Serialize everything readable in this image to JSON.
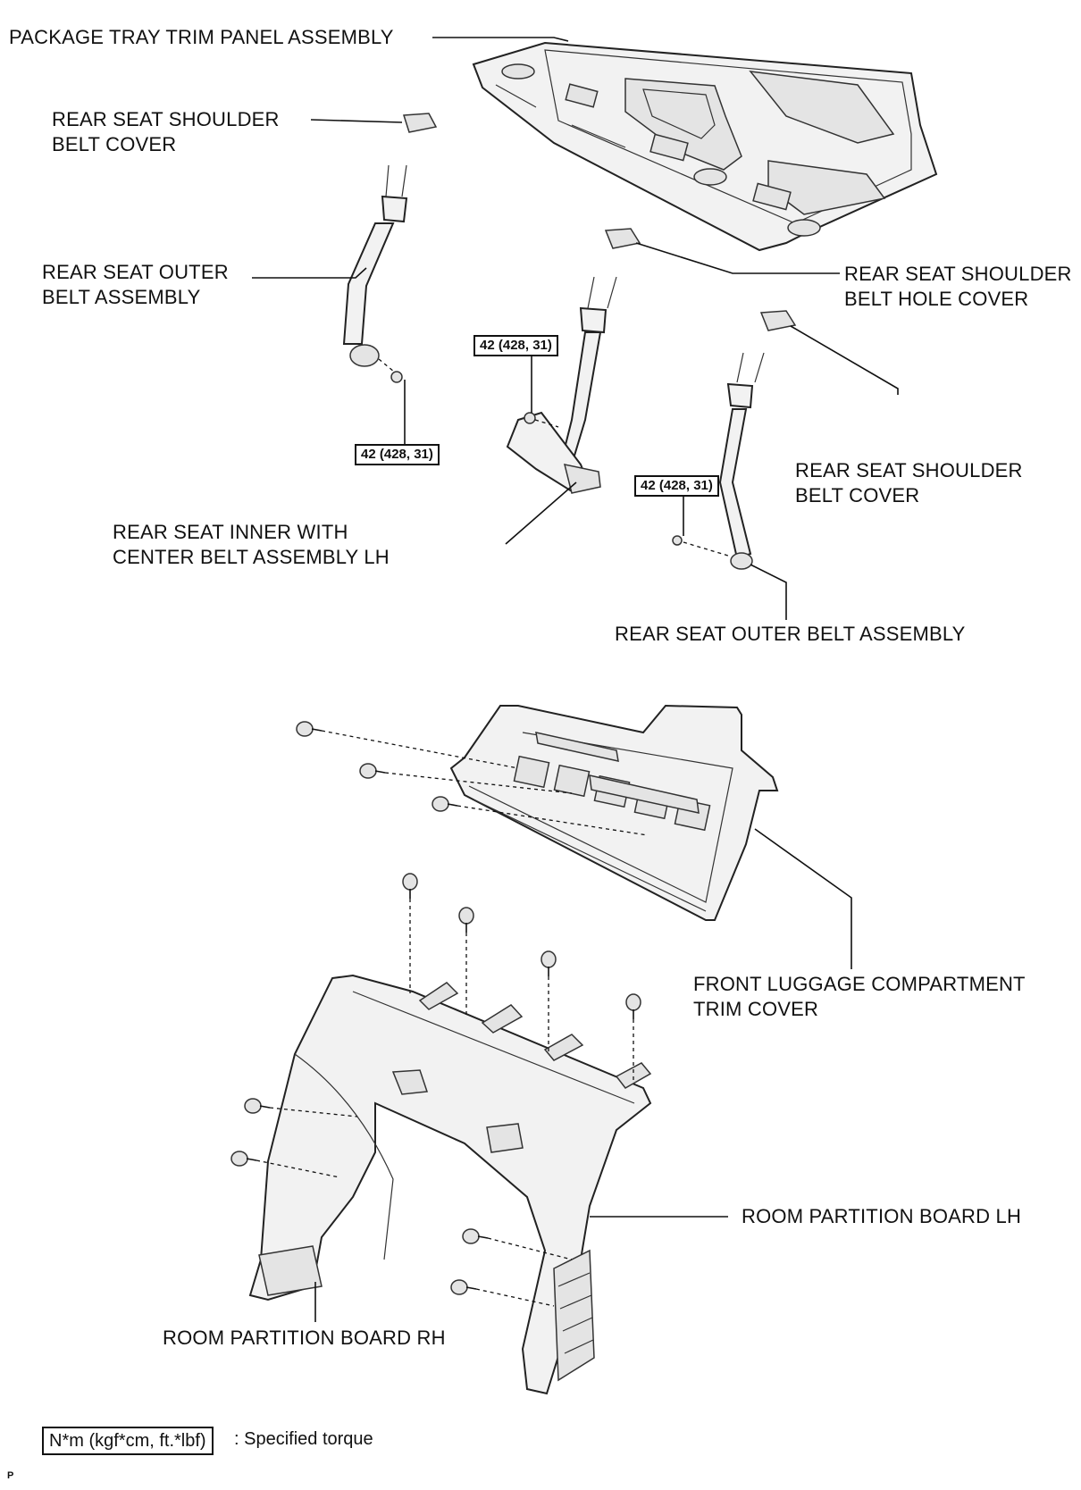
{
  "labels": {
    "package_tray": "PACKAGE TRAY TRIM PANEL ASSEMBLY",
    "shoulder_cover_left_1": "REAR SEAT SHOULDER",
    "shoulder_cover_left_2": "BELT COVER",
    "outer_belt_left_1": "REAR SEAT OUTER",
    "outer_belt_left_2": "BELT ASSEMBLY",
    "hole_cover_1": "REAR SEAT SHOULDER",
    "hole_cover_2": "BELT HOLE COVER",
    "shoulder_cover_right_1": "REAR SEAT SHOULDER",
    "shoulder_cover_right_2": "BELT COVER",
    "inner_center_1": "REAR SEAT INNER WITH",
    "inner_center_2": "CENTER BELT ASSEMBLY LH",
    "outer_belt_right": "REAR SEAT OUTER BELT ASSEMBLY",
    "front_luggage_1": "FRONT LUGGAGE COMPARTMENT",
    "front_luggage_2": "TRIM COVER",
    "partition_lh": "ROOM PARTITION BOARD LH",
    "partition_rh": "ROOM PARTITION BOARD RH"
  },
  "torque": {
    "left_bolt": "42 (428, 31)",
    "center_bolt": "42 (428, 31)",
    "right_bolt": "42 (428, 31)"
  },
  "legend": {
    "box": "N*m (kgf*cm, ft.*lbf)",
    "text": ": Specified torque"
  },
  "corner_mark": "P"
}
